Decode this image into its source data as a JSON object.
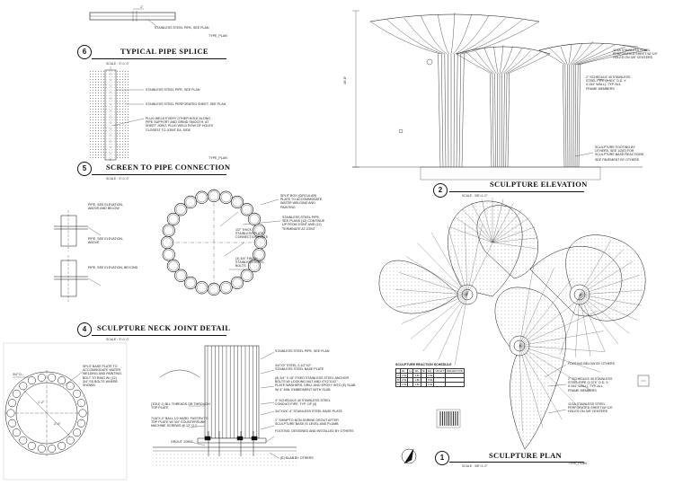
{
  "details": {
    "d6": {
      "number": "6",
      "title": "TYPICAL PIPE SPLICE",
      "scale": "SCALE : 3\"=1'-0\"",
      "label_pipe": "STAINLESS STEEL PIPE, SEE PLAN",
      "dim": "1\"",
      "typ": "TYPE_PLAN"
    },
    "d5": {
      "number": "5",
      "title": "SCREEN TO PIPE CONNECTION",
      "scale": "SCALE : 3\"=1'-0\"",
      "label_pipe": "STAINLESS STEEL PIPE, SEE PLAN",
      "label_sheet": "STAINLESS STEEL PERFORATED SHEET, SEE PLAN",
      "label_weld": "PLUG WELD EVERY OTHER HOLE ALONG\nPIPE SUPPORT AND GRIND SMOOTH, AT\nSHEET JOINT, PLUG WELD ROW OF HOLES\nCLOSEST TO JOINT EA. SIDE",
      "typ": "TYPE_PLAN"
    },
    "d4": {
      "number": "4",
      "title": "SCULPTURE NECK JOINT DETAIL",
      "scale": "SCALE : 3\"=1'-0\"",
      "label_pipe_elev": "PIPE, SEE ELEVATION,\nABOVE AND BELOW",
      "label_pipe_elev2": "PIPE, SEE ELEVATION, BEYOND",
      "label_pipe_elev3": "PIPE, SEE ELEVATION,\nABOVE",
      "label_split": "SPLIT BOX (CIRCULAR)\nPLATE TO ACCOMMODATE\nWATER WELDING AND\nPAINTING",
      "label_ss_pipe": "STAINLESS STEEL PIPE,\nSEE PLANS (12) CONTINUE\nUP FROM JOINT AND (12)\nTERMINATE AT JOINT",
      "label_conn": "1/2\" THICK\nSTAINLESS PLATE\nCONNECTION PLATE",
      "label_bolts": "(3) 3/4\" FINISH\nSTAINLESS STEEL\nBOLTS"
    },
    "d3": {
      "label_split": "SPLIT BASE PLATE TO\nACCOMMODATE WATER\nWELDING AND PAINTING,\nBOLT TO RING W/ (12)\n3/4\" SS BOLTS WHERE\nSHOWN",
      "dim1": "3/4\" D",
      "dim2": "1'-2\"",
      "dim3": "2'-4\""
    },
    "d2b": {
      "label_pipe": "STAINLESS STEEL PIPE, SEE PLAN",
      "label_plate": "3/4\"X3\" STEEL 2-1/2\"X2\"\nSTAINLESS STEEL BASE PLATE",
      "label_bolts": "(8) 3/4\" X 18\" FIXED STAINLESS STEEL ANCHOR\nBOLTS W/ LOCKING NUT AND 4\"X2\"X1/2\"\nPLATE WASHERS, DRILL AND EPOXY INTO (E) SLAB\nW/ 4\" MIN. EMBEDMENT WITH SLAB",
      "label_conc": "4\" SCHEDULE 40 STAINLESS STEEL\nCONDUIT PIPE, TYP. OF (4)",
      "label_base": "3/4\"X3/4\"-4\" STAINLESS STEEL BASE PLATE",
      "label_grout": "1\" SHIMPTO NON-SHRINK GROUT AFTER\nSCULPTURE BASE IS LEVEL AND PLUMB",
      "label_footing": "FOOTING, DESIGNED AND INSTALLED BY OTHERS",
      "label_left1": "(TOLE 1) BLL THREADS OR THROUGH\nTOP PLATE",
      "label_left2": "GROUT JOINT",
      "label_slab": "(E) SLAB BY OTHERS",
      "label_left3": "7/16\"X 4\" BALL 1/2 HARD, FASTEN TO\nTOP PLATE W/ 3/4\" COUNTERSUNK\nMACHINE SCREWS @ 12\" O.C."
    },
    "d2": {
      "number": "2",
      "title": "SCULPTURE ELEVATION",
      "scale": "SCALE : 3/8\"=1'-0\"",
      "label_sheet": "11GA STAINLESS STEEL\nPERFORATED SHEET W/ 1/4\"\nHOLES ON 3/8\" CENTERS",
      "label_pipe": "2\" SCHEDULE 40 STAINLESS\nSTEEL PIPE (2.374\" O.D. X\n0.154\" WALL), TYP. ALL\nFRAME MEMBERS",
      "label_footing": "SCULPTURE FOOTING BY\nOTHERS, SEE 1/2(E) FOR\nSCULPTURE BASE REACTIONS",
      "label_pav": "SEE PAVEMENT BY OTHERS",
      "dim_h": "16'-8\""
    },
    "d1": {
      "number": "1",
      "title": "SCULPTURE PLAN",
      "scale": "SCALE : 3/8\"=1'-0\"",
      "typ": "TYPE_PLAN",
      "label_footing": "FOOTING BELOW BY OTHERS",
      "label_pipe": "2\" SCHEDULE 40 STAINLESS\nSTEEL PIPE (2.374\" O.D. X\n0.154\" WALL), TYP. ALL\nFRAME MEMBERS",
      "label_sheet": "11GA STAINLESS STEEL\nPERFORATED SHEET W/ 1/4\"\nHOLES ON 3/8\" CENTERS",
      "table_title": "SCULPTURE REACTION SCHEDULE",
      "table_headers": [
        "",
        "DL",
        "LL",
        "WL",
        "SL",
        "EQ",
        "UPLIFT",
        "DEFLECTION"
      ],
      "table_rows": [
        [
          "A",
          "2.5k",
          "-",
          "1.8k",
          "-",
          "0.9k",
          "-",
          "-"
        ],
        [
          "B",
          "2.5k",
          "-",
          "1.8k",
          "-",
          "0.9k",
          "-",
          "-"
        ],
        [
          "C",
          "2.5k",
          "-",
          "1.8k",
          "-",
          "0.9k",
          "-",
          "-"
        ]
      ]
    }
  }
}
